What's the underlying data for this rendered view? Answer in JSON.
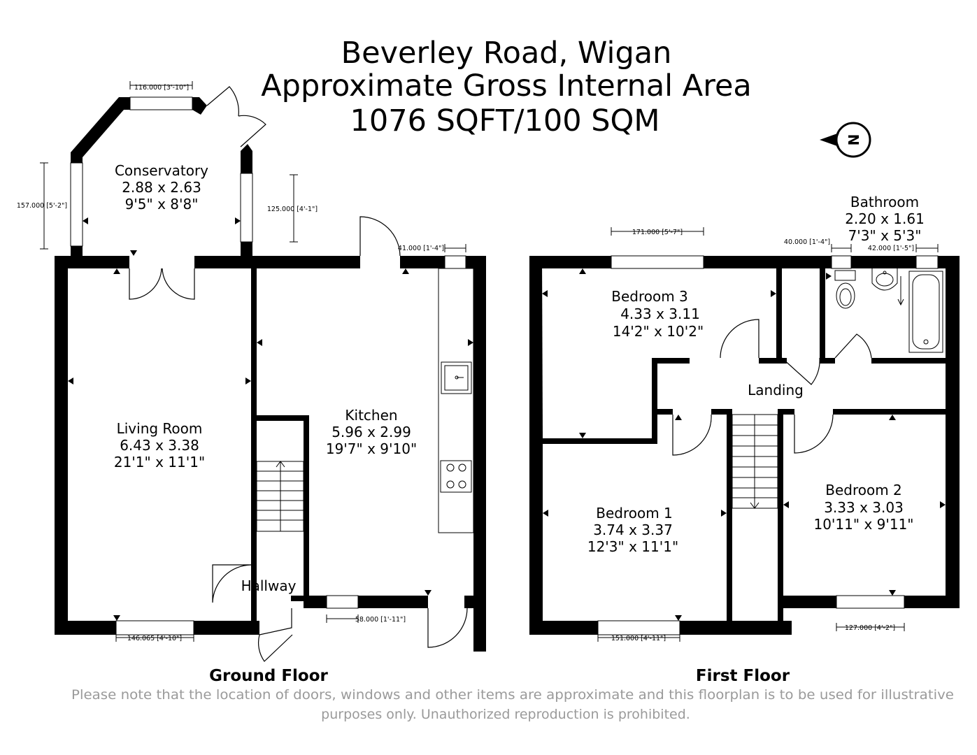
{
  "header": {
    "title_line1": "Beverley Road, Wigan",
    "title_line2": "Approximate Gross Internal Area",
    "title_line3": "1076 SQFT/100 SQM"
  },
  "compass": {
    "letter": "N"
  },
  "ground_floor": {
    "label": "Ground Floor",
    "rooms": {
      "conservatory": {
        "name": "Conservatory",
        "metric": "2.88 x 2.63",
        "imperial": "9'5\" x 8'8\""
      },
      "living_room": {
        "name": "Living Room",
        "metric": "6.43 x 3.38",
        "imperial": "21'1\" x 11'1\""
      },
      "kitchen": {
        "name": "Kitchen",
        "metric": "5.96 x 2.99",
        "imperial": "19'7\" x 9'10\""
      },
      "hallway": {
        "name": "Hallway"
      }
    },
    "dims": {
      "conservatory_top": "116.000 [3'-10\"]",
      "conservatory_left": "157.000 [5'-2\"]",
      "conservatory_right": "125.000 [4'-1\"]",
      "kitchen_top": "41.000 [1'-4\"]",
      "kitchen_bottom": "58.000 [1'-11\"]",
      "living_bottom": "146.065 [4'-10\"]"
    }
  },
  "first_floor": {
    "label": "First Floor",
    "rooms": {
      "bedroom3": {
        "name": "Bedroom 3",
        "metric": "4.33 x 3.11",
        "imperial": "14'2\" x 10'2\""
      },
      "bathroom": {
        "name": "Bathroom",
        "metric": "2.20 x 1.61",
        "imperial": "7'3\" x 5'3\""
      },
      "landing": {
        "name": "Landing"
      },
      "bedroom1": {
        "name": "Bedroom 1",
        "metric": "3.74 x 3.37",
        "imperial": "12'3\" x 11'1\""
      },
      "bedroom2": {
        "name": "Bedroom 2",
        "metric": "3.33 x 3.03",
        "imperial": "10'11\" x 9'11\""
      }
    },
    "dims": {
      "bedroom3_top": "171.000 [5'-7\"]",
      "bathroom_left": "40.000 [1'-4\"]",
      "bathroom_right": "42.000 [1'-5\"]",
      "bedroom1_bottom": "151.000 [4'-11\"]",
      "bedroom2_bottom": "127.000 [4'-2\"]"
    }
  },
  "disclaimer": {
    "line1": "Please note that the location of doors, windows and other items are approximate and this floorplan is to be used for illustrative",
    "line2": "purposes only. Unauthorized reproduction is prohibited."
  }
}
